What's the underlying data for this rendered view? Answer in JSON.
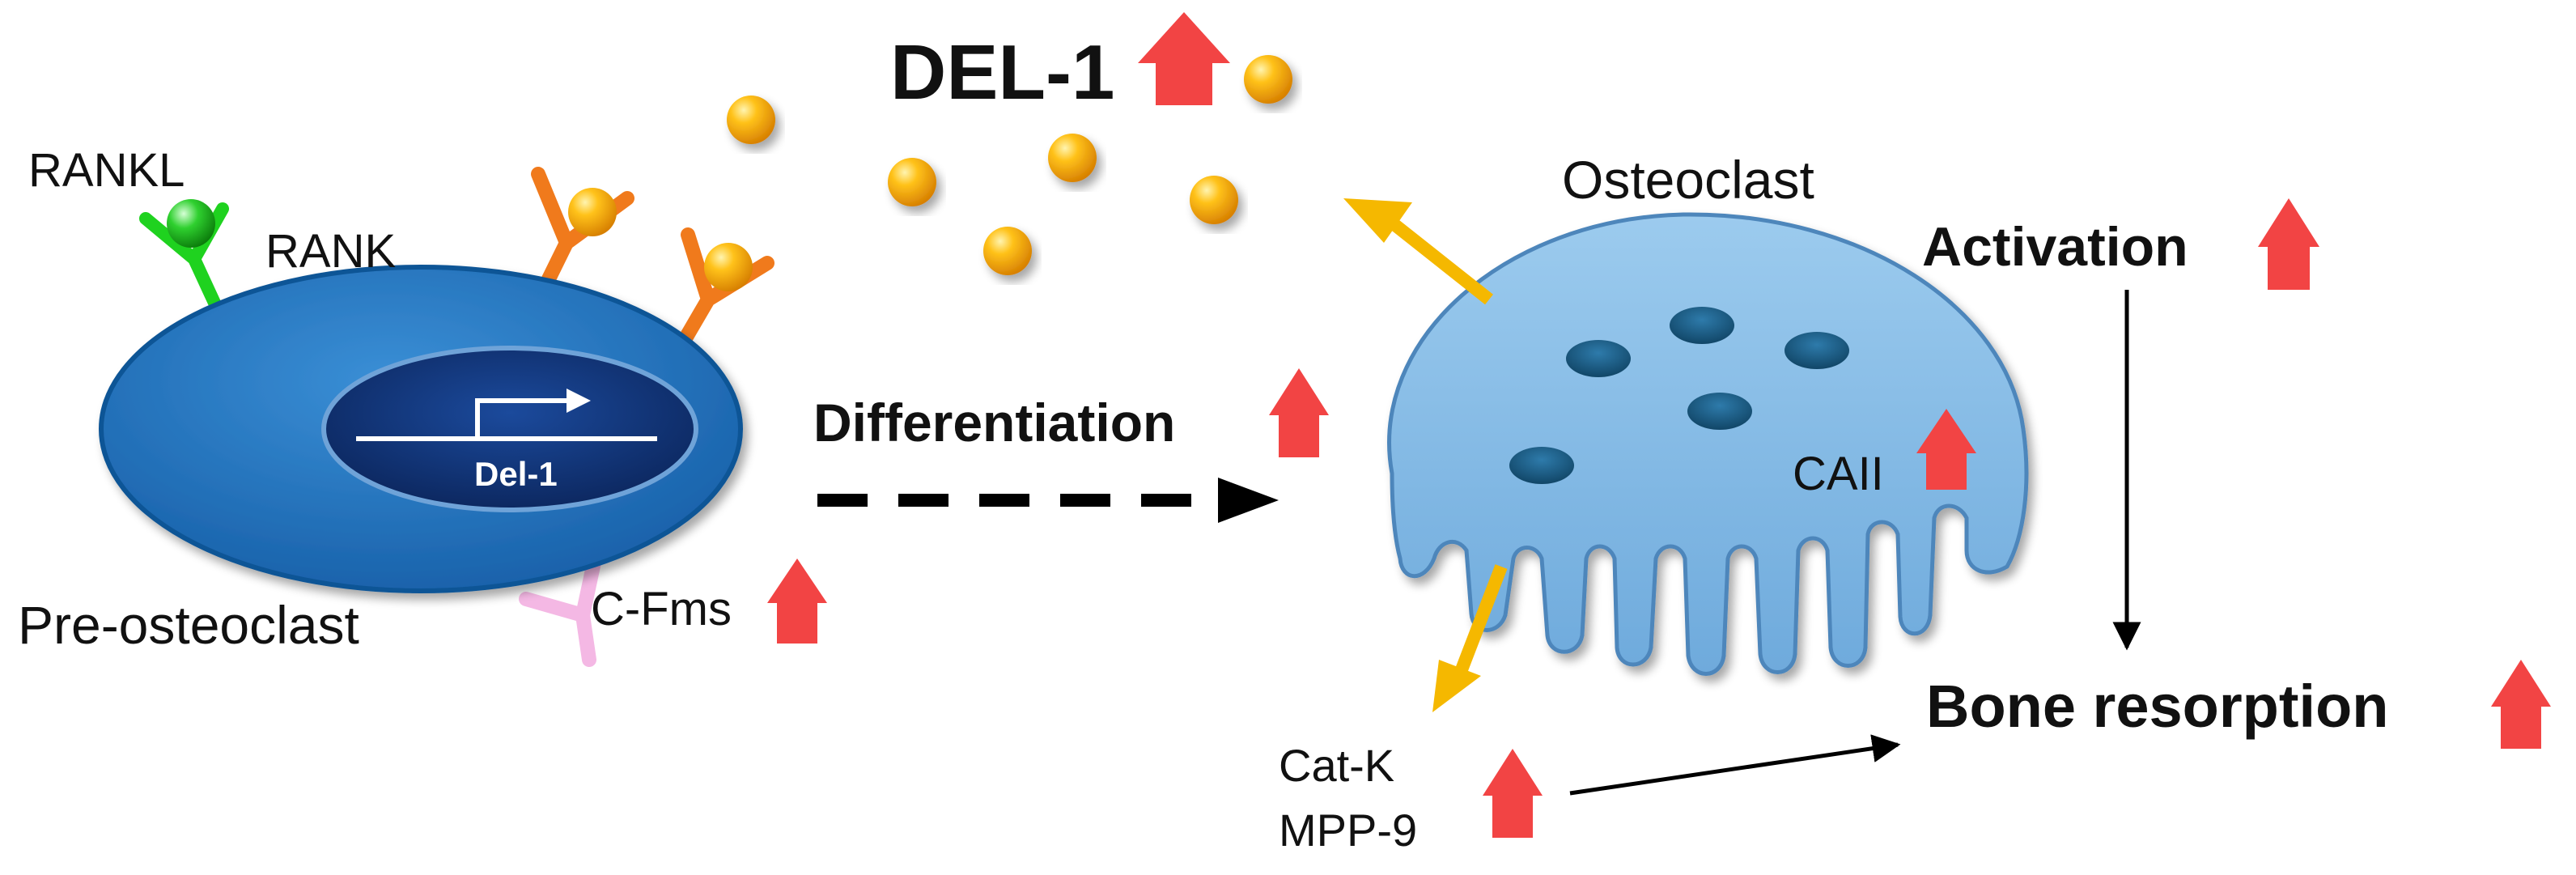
{
  "labels": {
    "del1_main": "DEL-1",
    "rankl": "RANKL",
    "rank": "RANK",
    "gene": "Del-1",
    "pre_osteoclast": "Pre-osteoclast",
    "c_fms": "C-Fms",
    "differentiation": "Differentiation",
    "osteoclast": "Osteoclast",
    "caii": "CAII",
    "activation": "Activation",
    "bone_resorption": "Bone resorption",
    "cat_k": "Cat-K",
    "mpp9": "MPP-9"
  },
  "colors": {
    "up_arrow": "#f24444",
    "cell_blue": "#1f6fba",
    "nucleus_navy": "#0e2d6b",
    "osteoclast_fill": "#8cc0e6",
    "osteoclast_nuclei": "#1d5a7f",
    "del1_sphere": "#f7a400",
    "receptor_orange": "#f07a1c",
    "rankl_green": "#2ecc2e",
    "cfms_pink": "#f4b8e4",
    "yellow_arrow": "#f5b800",
    "black": "#000000"
  },
  "icons": {
    "upregulation": "red-up-arrow-icon",
    "del1_protein": "orange-sphere-icon",
    "transcription_start": "bent-arrow-icon"
  }
}
